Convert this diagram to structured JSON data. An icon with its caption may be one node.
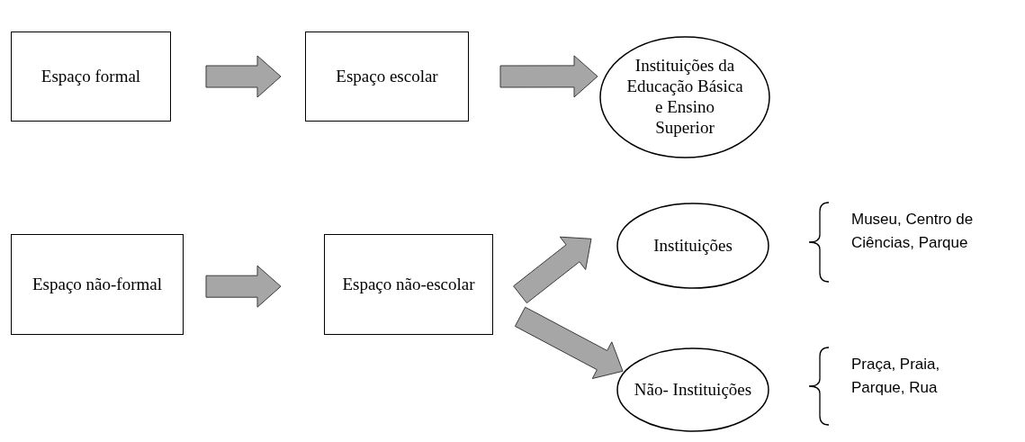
{
  "diagram": {
    "nodes": [
      {
        "text": [
          "Espaço formal"
        ]
      },
      {
        "text": [
          "Espaço escolar"
        ]
      },
      {
        "text": [
          "Instituições da Educação Básica e Ensino Superior"
        ]
      },
      {
        "text": [
          "Espaço não-formal"
        ]
      },
      {
        "text": [
          "Espaço não-escolar"
        ]
      },
      {
        "text": [
          "Instituições"
        ]
      },
      {
        "text": [
          "Não- Instituições"
        ]
      }
    ],
    "labels": [
      "Museu, Centro de Ciências, Parque",
      "Praça, Praia, Parque, Rua"
    ],
    "edges": [
      {
        "from": 0,
        "to": 1,
        "arrow": "to"
      },
      {
        "from": 1,
        "to": 2,
        "arrow": "to"
      },
      {
        "from": 3,
        "to": 4,
        "arrow": "to"
      },
      {
        "from": 4,
        "to": 5,
        "arrow": "to"
      },
      {
        "from": 4,
        "to": 6,
        "arrow": "to"
      }
    ]
  }
}
